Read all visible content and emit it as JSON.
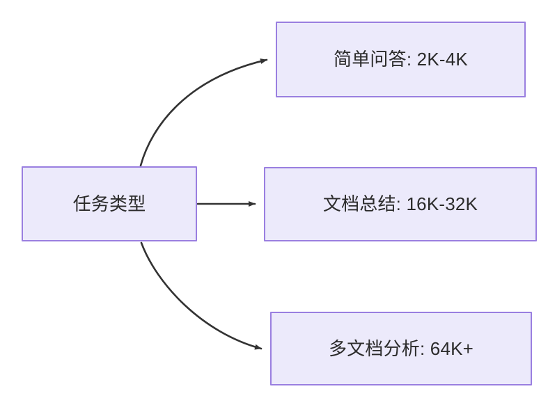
{
  "diagram": {
    "type": "flowchart",
    "direction": "left-to-right",
    "title": "",
    "theme": {
      "node_fill": "#ECEAFB",
      "node_border": "#9A7FE0",
      "text_color": "#2B2B2B",
      "edge_color": "#333333",
      "background": "#FFFFFF"
    },
    "nodes": [
      {
        "id": "source",
        "label": "任务类型"
      },
      {
        "id": "simple",
        "label": "简单问答: 2K-4K"
      },
      {
        "id": "doc",
        "label": "文档总结: 16K-32K"
      },
      {
        "id": "multi",
        "label": "多文档分析: 64K+"
      }
    ],
    "edges": [
      {
        "from": "source",
        "to": "simple",
        "label": "",
        "style": "curved-arrow"
      },
      {
        "from": "source",
        "to": "doc",
        "label": "",
        "style": "straight-arrow"
      },
      {
        "from": "source",
        "to": "multi",
        "label": "",
        "style": "curved-arrow"
      }
    ]
  }
}
